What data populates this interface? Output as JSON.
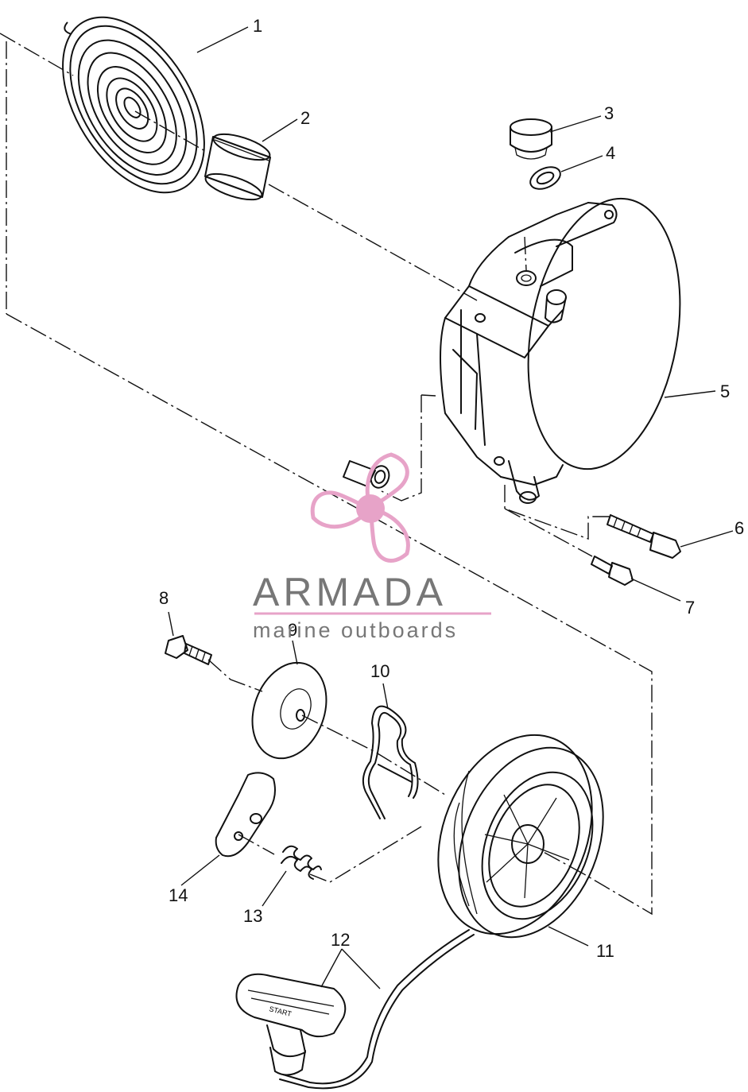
{
  "callouts": [
    {
      "id": "1",
      "text": "1"
    },
    {
      "id": "2",
      "text": "2"
    },
    {
      "id": "3",
      "text": "3"
    },
    {
      "id": "4",
      "text": "4"
    },
    {
      "id": "5",
      "text": "5"
    },
    {
      "id": "6",
      "text": "6"
    },
    {
      "id": "7",
      "text": "7"
    },
    {
      "id": "8",
      "text": "8"
    },
    {
      "id": "9",
      "text": "9"
    },
    {
      "id": "10",
      "text": "10"
    },
    {
      "id": "11",
      "text": "11"
    },
    {
      "id": "12",
      "text": "12"
    },
    {
      "id": "13",
      "text": "13"
    },
    {
      "id": "14",
      "text": "14"
    }
  ],
  "watermark": {
    "brand": "ARMADA",
    "tagline": "marine outboards",
    "accent_color": "#e7a3c8",
    "text_color": "#777777"
  },
  "handle_text": "START"
}
